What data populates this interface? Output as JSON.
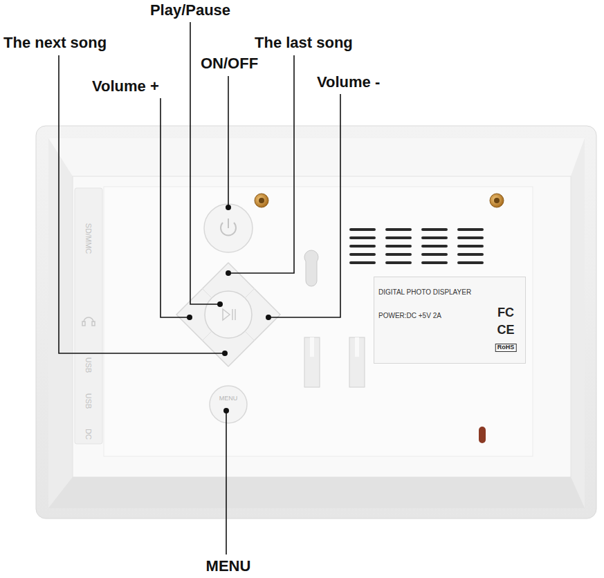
{
  "diagram": {
    "nodes": [
      {
        "text": [
          "DIGITAL PHOTO DISPLAYER",
          "POWER:DC +5V 2A"
        ]
      }
    ],
    "labels": [
      "Play/Pause",
      "The next song",
      "ON/OFF",
      "The last song",
      "Volume +",
      "Volume -",
      "MENU",
      "MENU",
      "SD/MMC",
      "USB",
      "USB",
      "DC",
      "FC",
      "CE",
      "RoHS"
    ]
  }
}
